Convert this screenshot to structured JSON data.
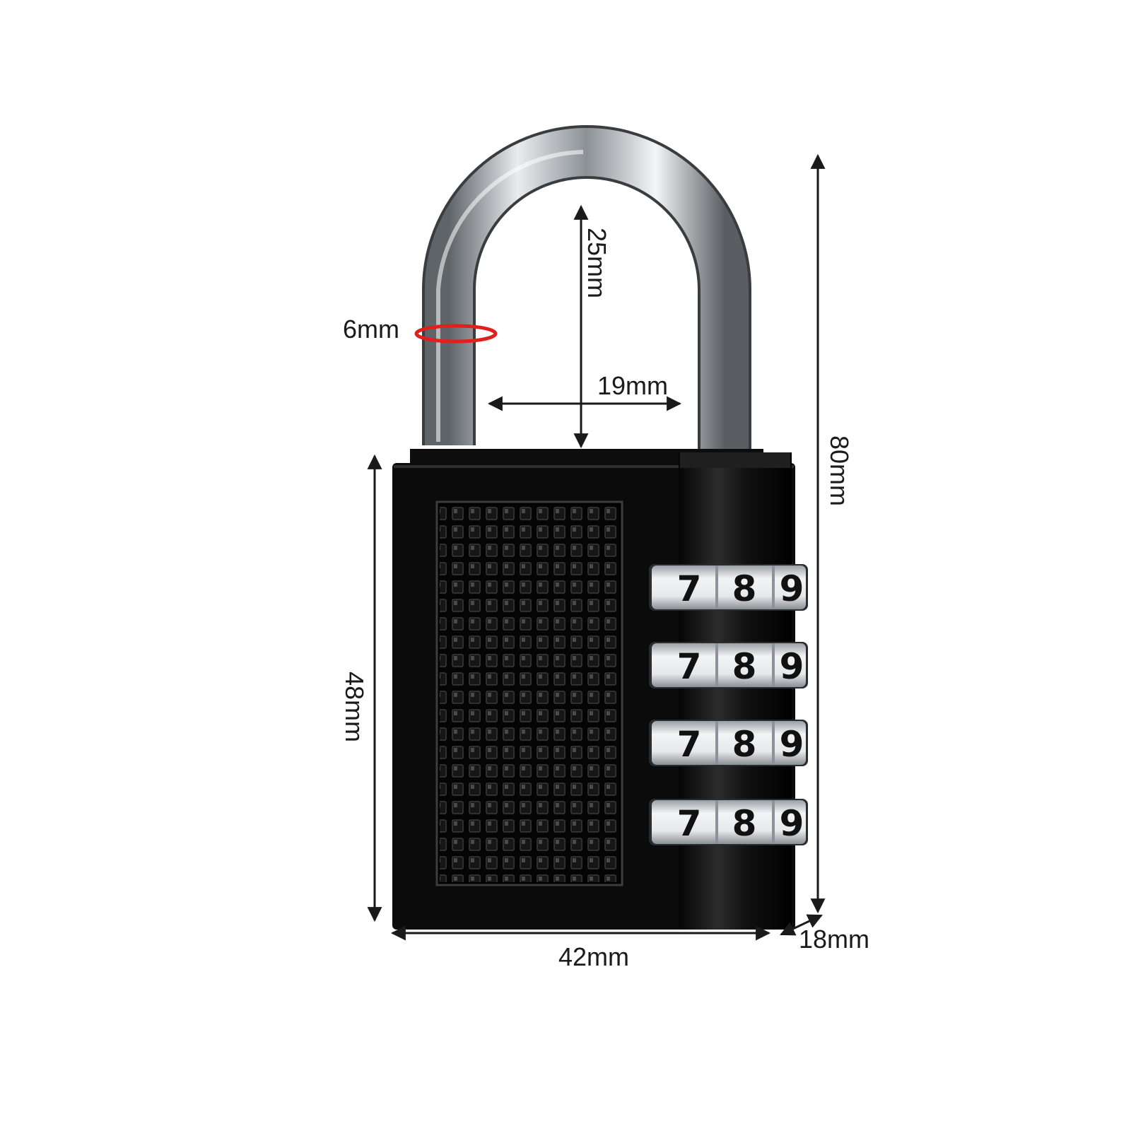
{
  "dimensions": {
    "shackle_diameter": "6mm",
    "shackle_clearance_height": "25mm",
    "shackle_inner_width": "19mm",
    "total_height": "80mm",
    "body_height": "48mm",
    "body_width": "42mm",
    "body_depth": "18mm"
  },
  "combination_wheels": [
    {
      "digits": [
        "7",
        "8",
        "9"
      ]
    },
    {
      "digits": [
        "7",
        "8",
        "9"
      ]
    },
    {
      "digits": [
        "7",
        "8",
        "9"
      ]
    },
    {
      "digits": [
        "7",
        "8",
        "9"
      ]
    }
  ],
  "colors": {
    "body": "#0b0b0b",
    "shackle": "#b8bcc2",
    "dimension_line": "#1a1a1a",
    "diameter_marker": "#e0201c",
    "wheel_metal": "#d9dce0"
  }
}
